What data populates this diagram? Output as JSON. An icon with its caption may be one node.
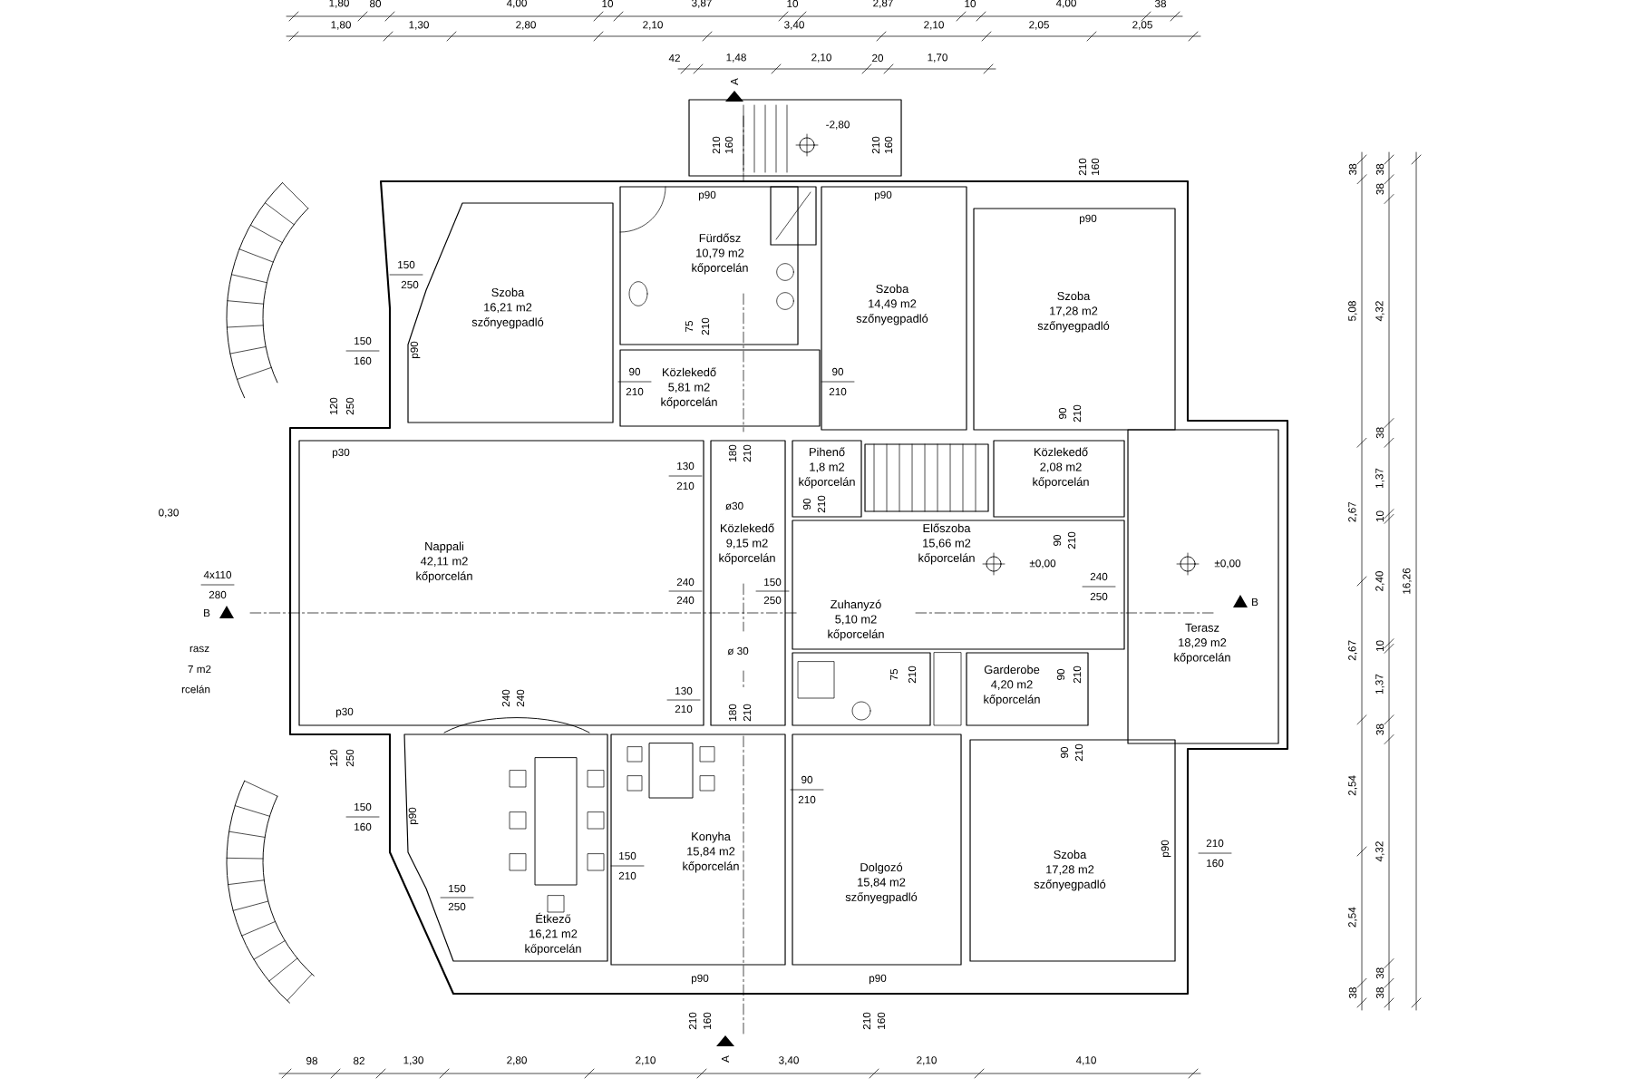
{
  "diagram": {
    "nodes": [
      {
        "text": [
          "Szoba",
          "16,21 m2",
          "szőnyegpadló"
        ]
      },
      {
        "text": [
          "Fürdősz",
          "10,79 m2",
          "kőporcelán"
        ]
      },
      {
        "text": [
          "Szoba",
          "14,49 m2",
          "szőnyegpadló"
        ]
      },
      {
        "text": [
          "Szoba",
          "17,28 m2",
          "szőnyegpadló"
        ]
      },
      {
        "text": [
          "Közlekedő",
          "5,81 m2",
          "kőporcelán"
        ]
      },
      {
        "text": [
          "Pihenő",
          "1,8 m2",
          "kőporcelán"
        ]
      },
      {
        "text": [
          "Közlekedő",
          "2,08 m2",
          "kőporcelán"
        ]
      },
      {
        "text": [
          "Nappali",
          "42,11 m2",
          "kőporcelán"
        ]
      },
      {
        "text": [
          "Közlekedő",
          "9,15 m2",
          "kőporcelán"
        ]
      },
      {
        "text": [
          "Előszoba",
          "15,66 m2",
          "kőporcelán"
        ]
      },
      {
        "text": [
          "Zuhanyzó",
          "5,10 m2",
          "kőporcelán"
        ]
      },
      {
        "text": [
          "Terasz",
          "18,29 m2",
          "kőporcelán"
        ]
      },
      {
        "text": [
          "Garderobe",
          "4,20 m2",
          "kőporcelán"
        ]
      },
      {
        "text": [
          "Konyha",
          "15,84 m2",
          "kőporcelán"
        ]
      },
      {
        "text": [
          "Étkező",
          "16,21 m2",
          "kőporcelán"
        ]
      },
      {
        "text": [
          "Dolgozó",
          "15,84 m2",
          "szőnyegpadló"
        ]
      },
      {
        "text": [
          "Szoba",
          "17,28 m2",
          "szőnyegpadló"
        ]
      }
    ],
    "labels": [
      "1,80",
      "80",
      "4,00",
      "10",
      "3,87",
      "10",
      "2,87",
      "10",
      "4,00",
      "38",
      "1,80",
      "1,30",
      "2,80",
      "2,10",
      "3,40",
      "2,10",
      "2,05",
      "2,05",
      "42",
      "1,48",
      "2,10",
      "20",
      "1,70",
      "A",
      "-2,80",
      "210",
      "160",
      "210",
      "160",
      "210",
      "160",
      "p90",
      "p90",
      "p90",
      "150",
      "250",
      "150",
      "160",
      "p90",
      "75",
      "210",
      "90",
      "210",
      "90",
      "210",
      "120",
      "250",
      "p30",
      "130",
      "210",
      "180",
      "210",
      "ø30",
      "0,30",
      "90",
      "210",
      "90",
      "210",
      "90",
      "210",
      "4x110",
      "280",
      "B",
      "240",
      "240",
      "150",
      "250",
      "±0,00",
      "240",
      "250",
      "±0,00",
      "B",
      "rasz",
      "7 m2",
      "rcelán",
      "ø 30",
      "75",
      "210",
      "90",
      "210",
      "130",
      "210",
      "180",
      "210",
      "p30",
      "120",
      "250",
      "240",
      "240",
      "90",
      "210",
      "90",
      "210",
      "150",
      "160",
      "p90",
      "210",
      "160",
      "p90",
      "150",
      "210",
      "150",
      "250",
      "p90",
      "p90",
      "210",
      "160",
      "210",
      "160",
      "98",
      "82",
      "1,30",
      "2,80",
      "2,10",
      "A",
      "3,40",
      "2,10",
      "4,10",
      "38",
      "5,08",
      "2,67",
      "2,67",
      "2,54",
      "2,54",
      "38",
      "38",
      "38",
      "4,32",
      "38",
      "1,37",
      "10",
      "2,40",
      "10",
      "1,37",
      "38",
      "4,32",
      "38",
      "38",
      "16,26"
    ]
  }
}
